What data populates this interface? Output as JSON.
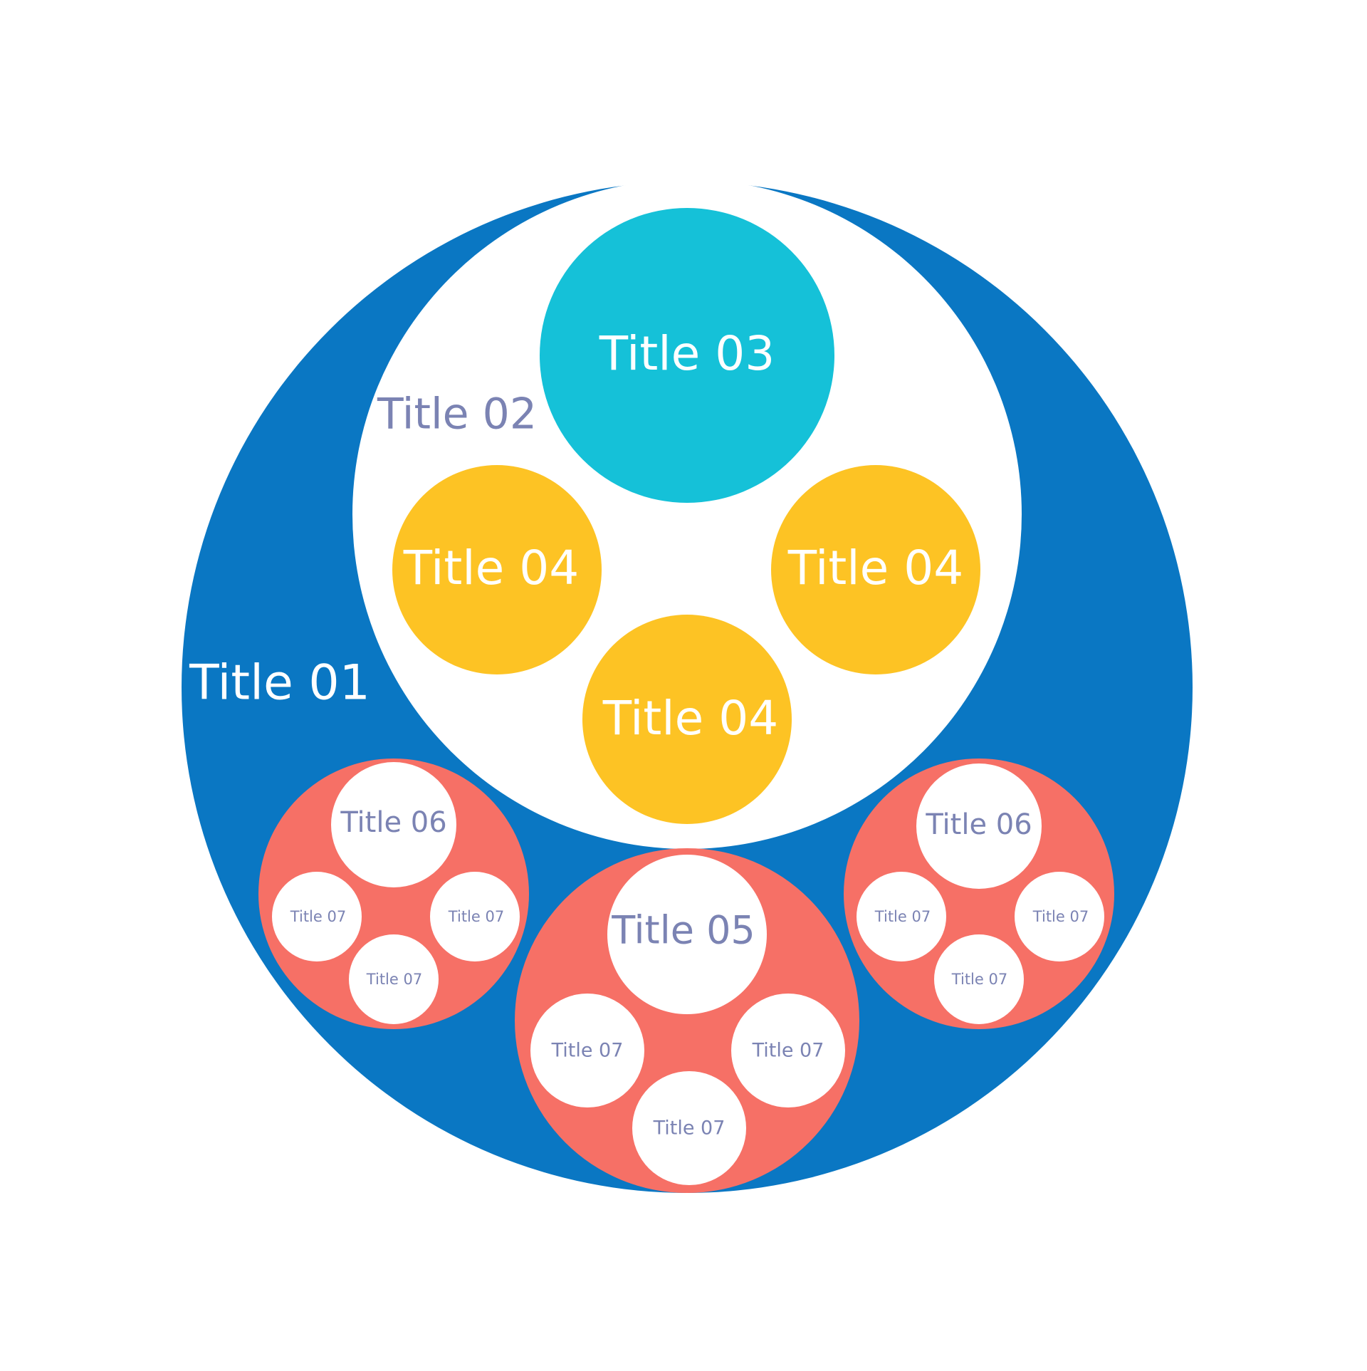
{
  "colors": {
    "background": "#ffffff",
    "outer_ring": "#0a77c3",
    "inner_disc": "#ffffff",
    "title03_circle": "#15c1d8",
    "title04_circle": "#fdc324",
    "cluster_circle": "#f67066",
    "leaf_circle": "#ffffff",
    "text_light": "#ffffff",
    "text_muted": "#7b83b3"
  },
  "labels": {
    "title01": "Title 01",
    "title02": "Title 02",
    "title03": "Title 03",
    "title04": [
      "Title 04",
      "Title 04",
      "Title 04"
    ],
    "title05": "Title 05",
    "title06": [
      "Title 06",
      "Title 06"
    ],
    "title07": {
      "center": [
        "Title 07",
        "Title 07",
        "Title 07"
      ],
      "left": [
        "Title 07",
        "Title 07",
        "Title 07"
      ],
      "right": [
        "Title 07",
        "Title 07",
        "Title 07"
      ]
    }
  }
}
